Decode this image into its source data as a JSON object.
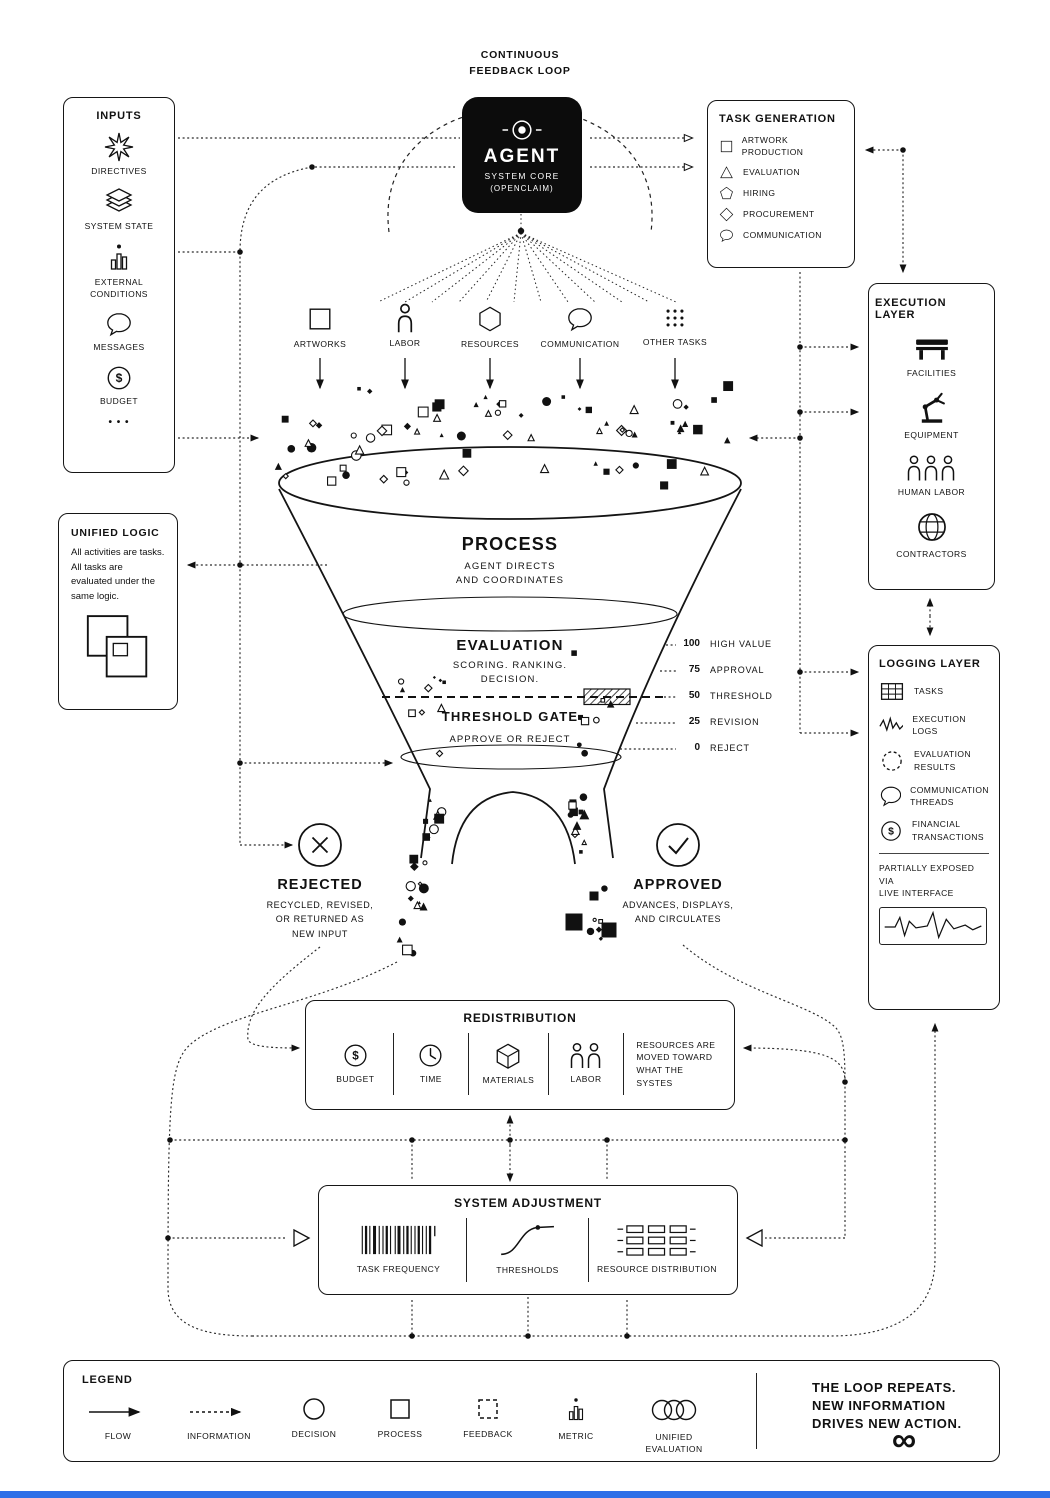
{
  "page": {
    "footer_bar_color": "#2e6fe8",
    "ink": "#111111",
    "background": "#ffffff"
  },
  "header": {
    "loop_label": "CONTINUOUS\nFEEDBACK LOOP",
    "agent": {
      "icon": "eye-icon",
      "name": "AGENT",
      "role": "SYSTEM CORE",
      "system": "(OPENCLAIM)"
    }
  },
  "inputs": {
    "title": "INPUTS",
    "items": [
      {
        "icon": "starburst-icon",
        "label": "DIRECTIVES"
      },
      {
        "icon": "layers-icon",
        "label": "SYSTEM STATE"
      },
      {
        "icon": "bars-dot-icon",
        "label": "EXTERNAL\nCONDITIONS"
      },
      {
        "icon": "speech-bubble-icon",
        "label": "MESSAGES"
      },
      {
        "icon": "dollar-circle-icon",
        "label": "BUDGET"
      }
    ],
    "ellipsis": "• • •"
  },
  "task_generation": {
    "title": "TASK GENERATION",
    "items": [
      {
        "icon": "square-icon",
        "label": "ARTWORK PRODUCTION"
      },
      {
        "icon": "triangle-icon",
        "label": "EVALUATION"
      },
      {
        "icon": "pentagon-icon",
        "label": "HIRING"
      },
      {
        "icon": "diamond-icon",
        "label": "PROCUREMENT"
      },
      {
        "icon": "speech-bubble-icon",
        "label": "COMMUNICATION"
      }
    ]
  },
  "execution_layer": {
    "title": "EXECUTION LAYER",
    "items": [
      {
        "icon": "workbench-icon",
        "label": "FACILITIES"
      },
      {
        "icon": "robot-arm-icon",
        "label": "EQUIPMENT"
      },
      {
        "icon": "people-icon",
        "label": "HUMAN LABOR"
      },
      {
        "icon": "globe-icon",
        "label": "CONTRACTORS"
      }
    ]
  },
  "logging_layer": {
    "title": "LOGGING LAYER",
    "items": [
      {
        "icon": "table-icon",
        "label": "TASKS"
      },
      {
        "icon": "waveform-icon",
        "label": "EXECUTION LOGS"
      },
      {
        "icon": "dashed-circle-icon",
        "label": "EVALUATION\nRESULTS"
      },
      {
        "icon": "speech-bubble-icon",
        "label": "COMMUNICATION\nTHREADS"
      },
      {
        "icon": "dollar-circle-icon",
        "label": "FINANCIAL\nTRANSACTIONS"
      }
    ],
    "note": "PARTIALLY EXPOSED VIA\nLIVE INTERFACE"
  },
  "unified_logic": {
    "title": "UNIFIED LOGIC",
    "text": "All activities are tasks.\nAll tasks are\nevaluated under the\nsame logic.",
    "icon": "overlapping-squares-icon"
  },
  "funnel": {
    "streams": [
      {
        "icon": "square-icon",
        "label": "ARTWORKS"
      },
      {
        "icon": "person-icon",
        "label": "LABOR"
      },
      {
        "icon": "hexagon-icon",
        "label": "RESOURCES"
      },
      {
        "icon": "speech-bubble-icon",
        "label": "COMMUNICATION"
      },
      {
        "icon": "dots-grid-icon",
        "label": "OTHER TASKS"
      }
    ],
    "process": {
      "title": "PROCESS",
      "desc": "AGENT DIRECTS\nAND COORDINATES"
    },
    "evaluation": {
      "title": "EVALUATION",
      "desc": "SCORING. RANKING.\nDECISION."
    },
    "threshold_gate": {
      "title": "THRESHOLD GATE",
      "desc": "APPROVE OR REJECT"
    },
    "scale": [
      {
        "value": "100",
        "label": "HIGH VALUE"
      },
      {
        "value": "75",
        "label": "APPROVAL"
      },
      {
        "value": "50",
        "label": "THRESHOLD"
      },
      {
        "value": "25",
        "label": "REVISION"
      },
      {
        "value": "0",
        "label": "REJECT"
      }
    ]
  },
  "outcomes": {
    "rejected": {
      "icon": "x-circle-icon",
      "title": "REJECTED",
      "desc": "RECYCLED, REVISED,\nOR RETURNED AS\nNEW INPUT"
    },
    "approved": {
      "icon": "check-circle-icon",
      "title": "APPROVED",
      "desc": "ADVANCES, DISPLAYS,\nAND CIRCULATES"
    }
  },
  "redistribution": {
    "title": "REDISTRIBUTION",
    "items": [
      {
        "icon": "dollar-circle-icon",
        "label": "BUDGET"
      },
      {
        "icon": "clock-icon",
        "label": "TIME"
      },
      {
        "icon": "cube-icon",
        "label": "MATERIALS"
      },
      {
        "icon": "people-icon",
        "label": "LABOR"
      }
    ],
    "note": "RESOURCES ARE\nMOVED TOWARD\nWHAT THE SYSTES"
  },
  "system_adjustment": {
    "title": "SYSTEM ADJUSTMENT",
    "items": [
      {
        "icon": "frequency-bars-icon",
        "label": "TASK FREQUENCY"
      },
      {
        "icon": "threshold-curve-icon",
        "label": "THRESHOLDS"
      },
      {
        "icon": "distribution-grid-icon",
        "label": "RESOURCE DISTRIBUTION"
      }
    ]
  },
  "legend": {
    "title": "LEGEND",
    "items": [
      {
        "icon": "solid-arrow-icon",
        "label": "FLOW"
      },
      {
        "icon": "dashed-arrow-icon",
        "label": "INFORMATION"
      },
      {
        "icon": "circle-icon",
        "label": "DECISION"
      },
      {
        "icon": "square-icon",
        "label": "PROCESS"
      },
      {
        "icon": "dashed-square-icon",
        "label": "FEEDBACK"
      },
      {
        "icon": "metric-bars-icon",
        "label": "METRIC"
      },
      {
        "icon": "overlapping-circles-icon",
        "label": "UNIFIED\nEVALUATION"
      }
    ],
    "tagline": "THE LOOP REPEATS.\nNEW INFORMATION\nDRIVES NEW ACTION.",
    "infinity_symbol": "∞"
  }
}
